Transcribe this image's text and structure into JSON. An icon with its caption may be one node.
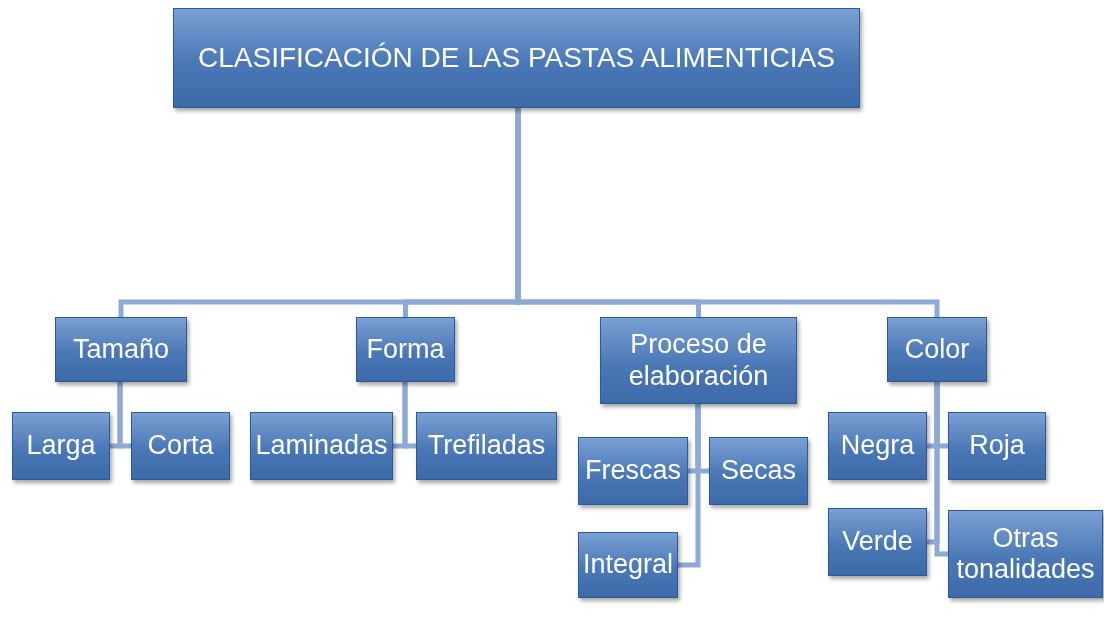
{
  "diagram": {
    "nodes": [
      {
        "text": [
          "CLASIFICACIÓN DE LAS PASTAS ALIMENTICIAS"
        ]
      },
      {
        "text": [
          "Tamaño"
        ]
      },
      {
        "text": [
          "Forma"
        ]
      },
      {
        "text": [
          "Proceso de elaboración"
        ]
      },
      {
        "text": [
          "Color"
        ]
      },
      {
        "text": [
          "Larga"
        ]
      },
      {
        "text": [
          "Corta"
        ]
      },
      {
        "text": [
          "Laminadas"
        ]
      },
      {
        "text": [
          "Trefiladas"
        ]
      },
      {
        "text": [
          "Frescas"
        ]
      },
      {
        "text": [
          "Secas"
        ]
      },
      {
        "text": [
          "Integral"
        ]
      },
      {
        "text": [
          "Negra"
        ]
      },
      {
        "text": [
          "Roja"
        ]
      },
      {
        "text": [
          "Verde"
        ]
      },
      {
        "text": [
          "Otras tonalidades"
        ]
      }
    ],
    "edges": [
      {
        "from": 0,
        "to": 1,
        "arrow": "none"
      },
      {
        "from": 0,
        "to": 2,
        "arrow": "none"
      },
      {
        "from": 0,
        "to": 3,
        "arrow": "none"
      },
      {
        "from": 0,
        "to": 4,
        "arrow": "none"
      },
      {
        "from": 1,
        "to": 5,
        "arrow": "none"
      },
      {
        "from": 1,
        "to": 6,
        "arrow": "none"
      },
      {
        "from": 2,
        "to": 7,
        "arrow": "none"
      },
      {
        "from": 2,
        "to": 8,
        "arrow": "none"
      },
      {
        "from": 3,
        "to": 9,
        "arrow": "none"
      },
      {
        "from": 3,
        "to": 10,
        "arrow": "none"
      },
      {
        "from": 3,
        "to": 11,
        "arrow": "none"
      },
      {
        "from": 4,
        "to": 12,
        "arrow": "none"
      },
      {
        "from": 4,
        "to": 13,
        "arrow": "none"
      },
      {
        "from": 4,
        "to": 14,
        "arrow": "none"
      },
      {
        "from": 4,
        "to": 15,
        "arrow": "none"
      }
    ]
  }
}
